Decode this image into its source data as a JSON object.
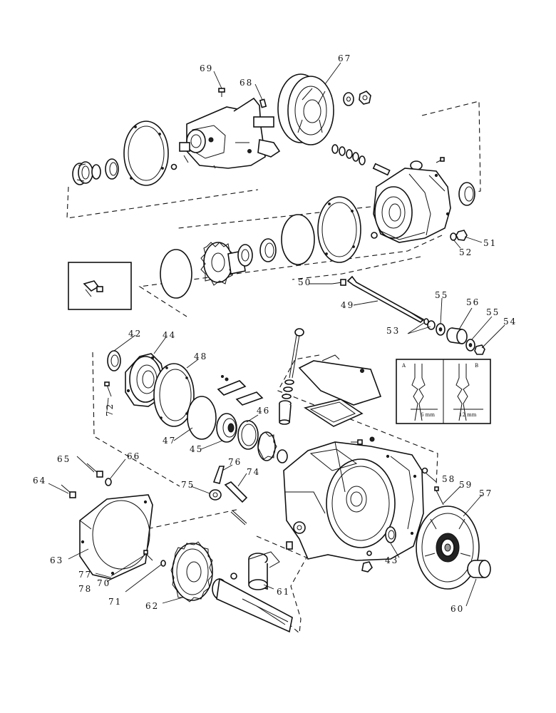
{
  "callouts": {
    "c69": "69",
    "c68": "68",
    "c67": "67",
    "c51": "51",
    "c52": "52",
    "c50": "50",
    "c49": "49",
    "c53": "53",
    "c55a": "55",
    "c56": "56",
    "c55b": "55",
    "c54": "54",
    "c42": "42",
    "c44": "44",
    "c48": "48",
    "c72": "72",
    "c47": "47",
    "c45": "45",
    "c46": "46",
    "c76": "76",
    "c74": "74",
    "c75": "75",
    "c65": "65",
    "c66": "66",
    "c64": "64",
    "c58": "58",
    "c59": "59",
    "c57": "57",
    "c43": "43",
    "c63": "63",
    "c77": "77",
    "c78": "78",
    "c70": "70",
    "c71": "71",
    "c62": "62",
    "c61": "61",
    "c60": "60"
  },
  "inset": {
    "label_a": "A",
    "label_b": "B",
    "dim_a": "6 mm",
    "dim_b": "12 mm"
  }
}
